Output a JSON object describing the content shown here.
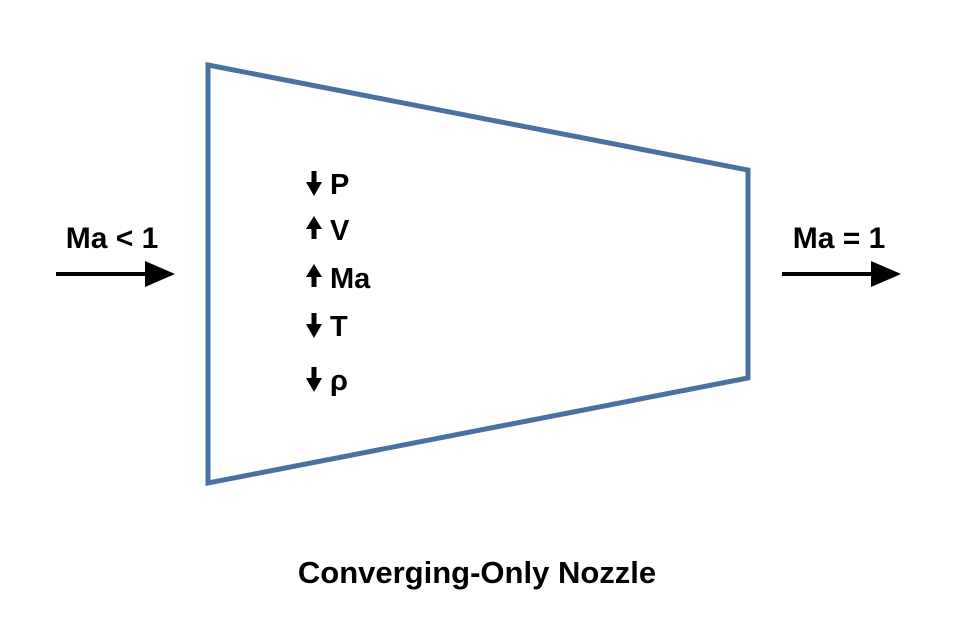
{
  "diagram": {
    "title": "Converging-Only Nozzle",
    "inlet_label": "Ma < 1",
    "outlet_label": "Ma = 1",
    "nozzle_color": "#4a72a0",
    "properties": [
      {
        "name": "P",
        "trend": "down"
      },
      {
        "name": "V",
        "trend": "up"
      },
      {
        "name": "Ma",
        "trend": "up"
      },
      {
        "name": "T",
        "trend": "down"
      },
      {
        "name": "ρ",
        "trend": "down"
      }
    ]
  }
}
